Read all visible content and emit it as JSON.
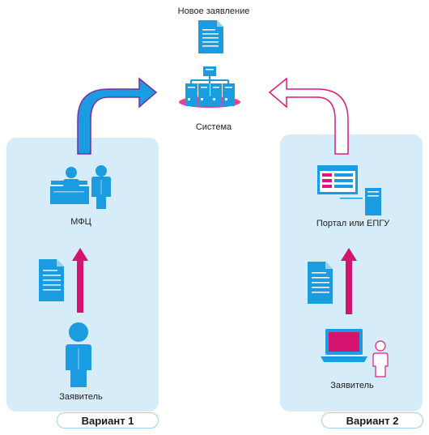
{
  "top": {
    "new_application_label": "Новое заявление",
    "system_label": "Система"
  },
  "left": {
    "mfc_label": "МФЦ",
    "applicant_label": "Заявитель",
    "variant_label": "Вариант 1"
  },
  "right": {
    "portal_label": "Портал или ЕПГУ",
    "applicant_label": "Заявитель",
    "variant_label": "Вариант 2"
  },
  "colors": {
    "panel": "#d6ecf8",
    "blue": "#1b9ce0",
    "magenta": "#e0177b",
    "pink_outline": "#e0177b"
  }
}
